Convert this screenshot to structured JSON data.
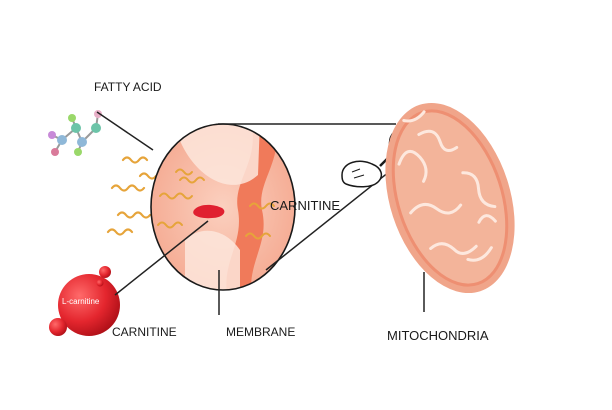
{
  "labels": {
    "fatty_acid": "FATTY ACID",
    "carnitine_mid": "CARNITINE",
    "carnitine_bottom": "CARNITINE",
    "membrane": "MEMBRANE",
    "mitochondria": "MITOCHONDRIA",
    "l_carnitine": "L-carnitine"
  },
  "colors": {
    "wavy_fatty_acid": "#e6a43a",
    "membrane_band": "#f07a5a",
    "circle_fill": "#f6b6a0",
    "mito_outer": "#f0a58a",
    "mito_inner": "#f3b49a",
    "carnitine_blob": "#e02030",
    "l_carnitine_sphere": "#e4262e",
    "line": "#222222"
  }
}
